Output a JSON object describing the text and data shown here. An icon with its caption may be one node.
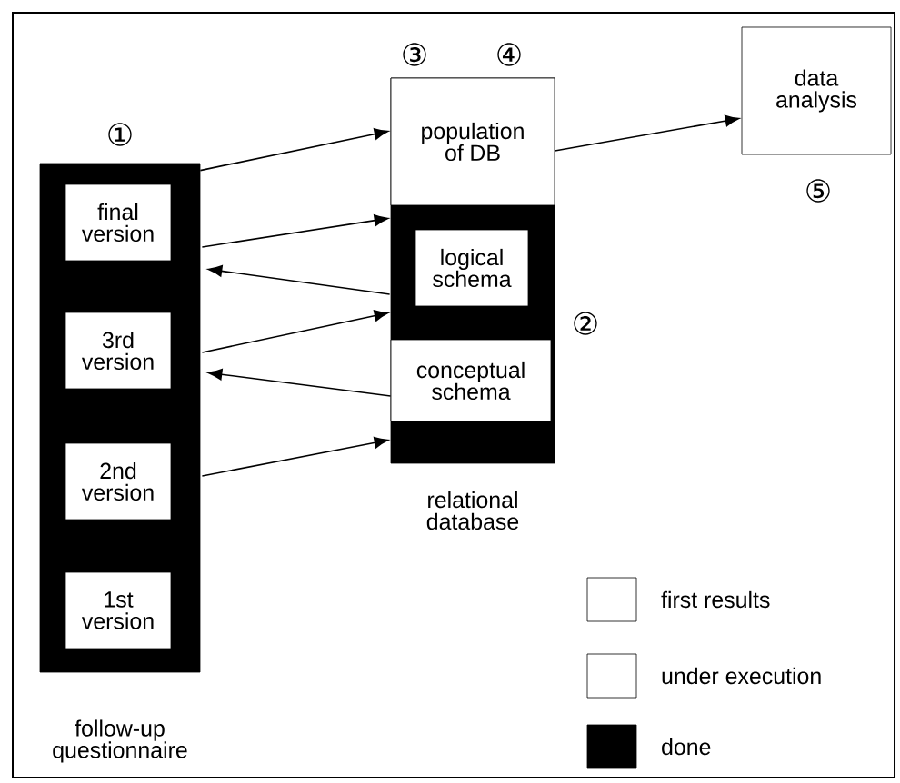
{
  "diagram": {
    "nodes": [
      {
        "text": [
          "follow-up questionnaire"
        ],
        "beside": [
          "①"
        ]
      },
      {
        "text": [
          "final version"
        ],
        "in": 0
      },
      {
        "text": [
          "3rd version"
        ],
        "in": 0
      },
      {
        "text": [
          "2nd version"
        ],
        "in": 0
      },
      {
        "text": [
          "1st version"
        ],
        "in": 0
      },
      {
        "text": [
          "relational database"
        ],
        "beside": [
          "②"
        ]
      },
      {
        "text": [
          "population of DB"
        ],
        "in": 5,
        "beside": [
          "③",
          "④"
        ]
      },
      {
        "text": [
          "logical schema"
        ],
        "in": 5
      },
      {
        "text": [
          "conceptual schema"
        ],
        "in": 5
      },
      {
        "text": [
          "data analysis"
        ],
        "beside": [
          "⑤"
        ]
      }
    ],
    "edges": [
      {
        "from": 0,
        "to": 6,
        "arrow": "to"
      },
      {
        "from": 1,
        "to": 5,
        "arrow": "to"
      },
      {
        "from": 7,
        "to": 1,
        "arrow": "to"
      },
      {
        "from": 2,
        "to": 5,
        "arrow": "to"
      },
      {
        "from": 8,
        "to": 2,
        "arrow": "to"
      },
      {
        "from": 3,
        "to": 8,
        "arrow": "to"
      },
      {
        "from": 6,
        "to": 9,
        "arrow": "to"
      }
    ],
    "legend": [
      {
        "text": "first results"
      },
      {
        "text": "under execution"
      },
      {
        "text": "done",
        "color": "#000000"
      }
    ]
  }
}
